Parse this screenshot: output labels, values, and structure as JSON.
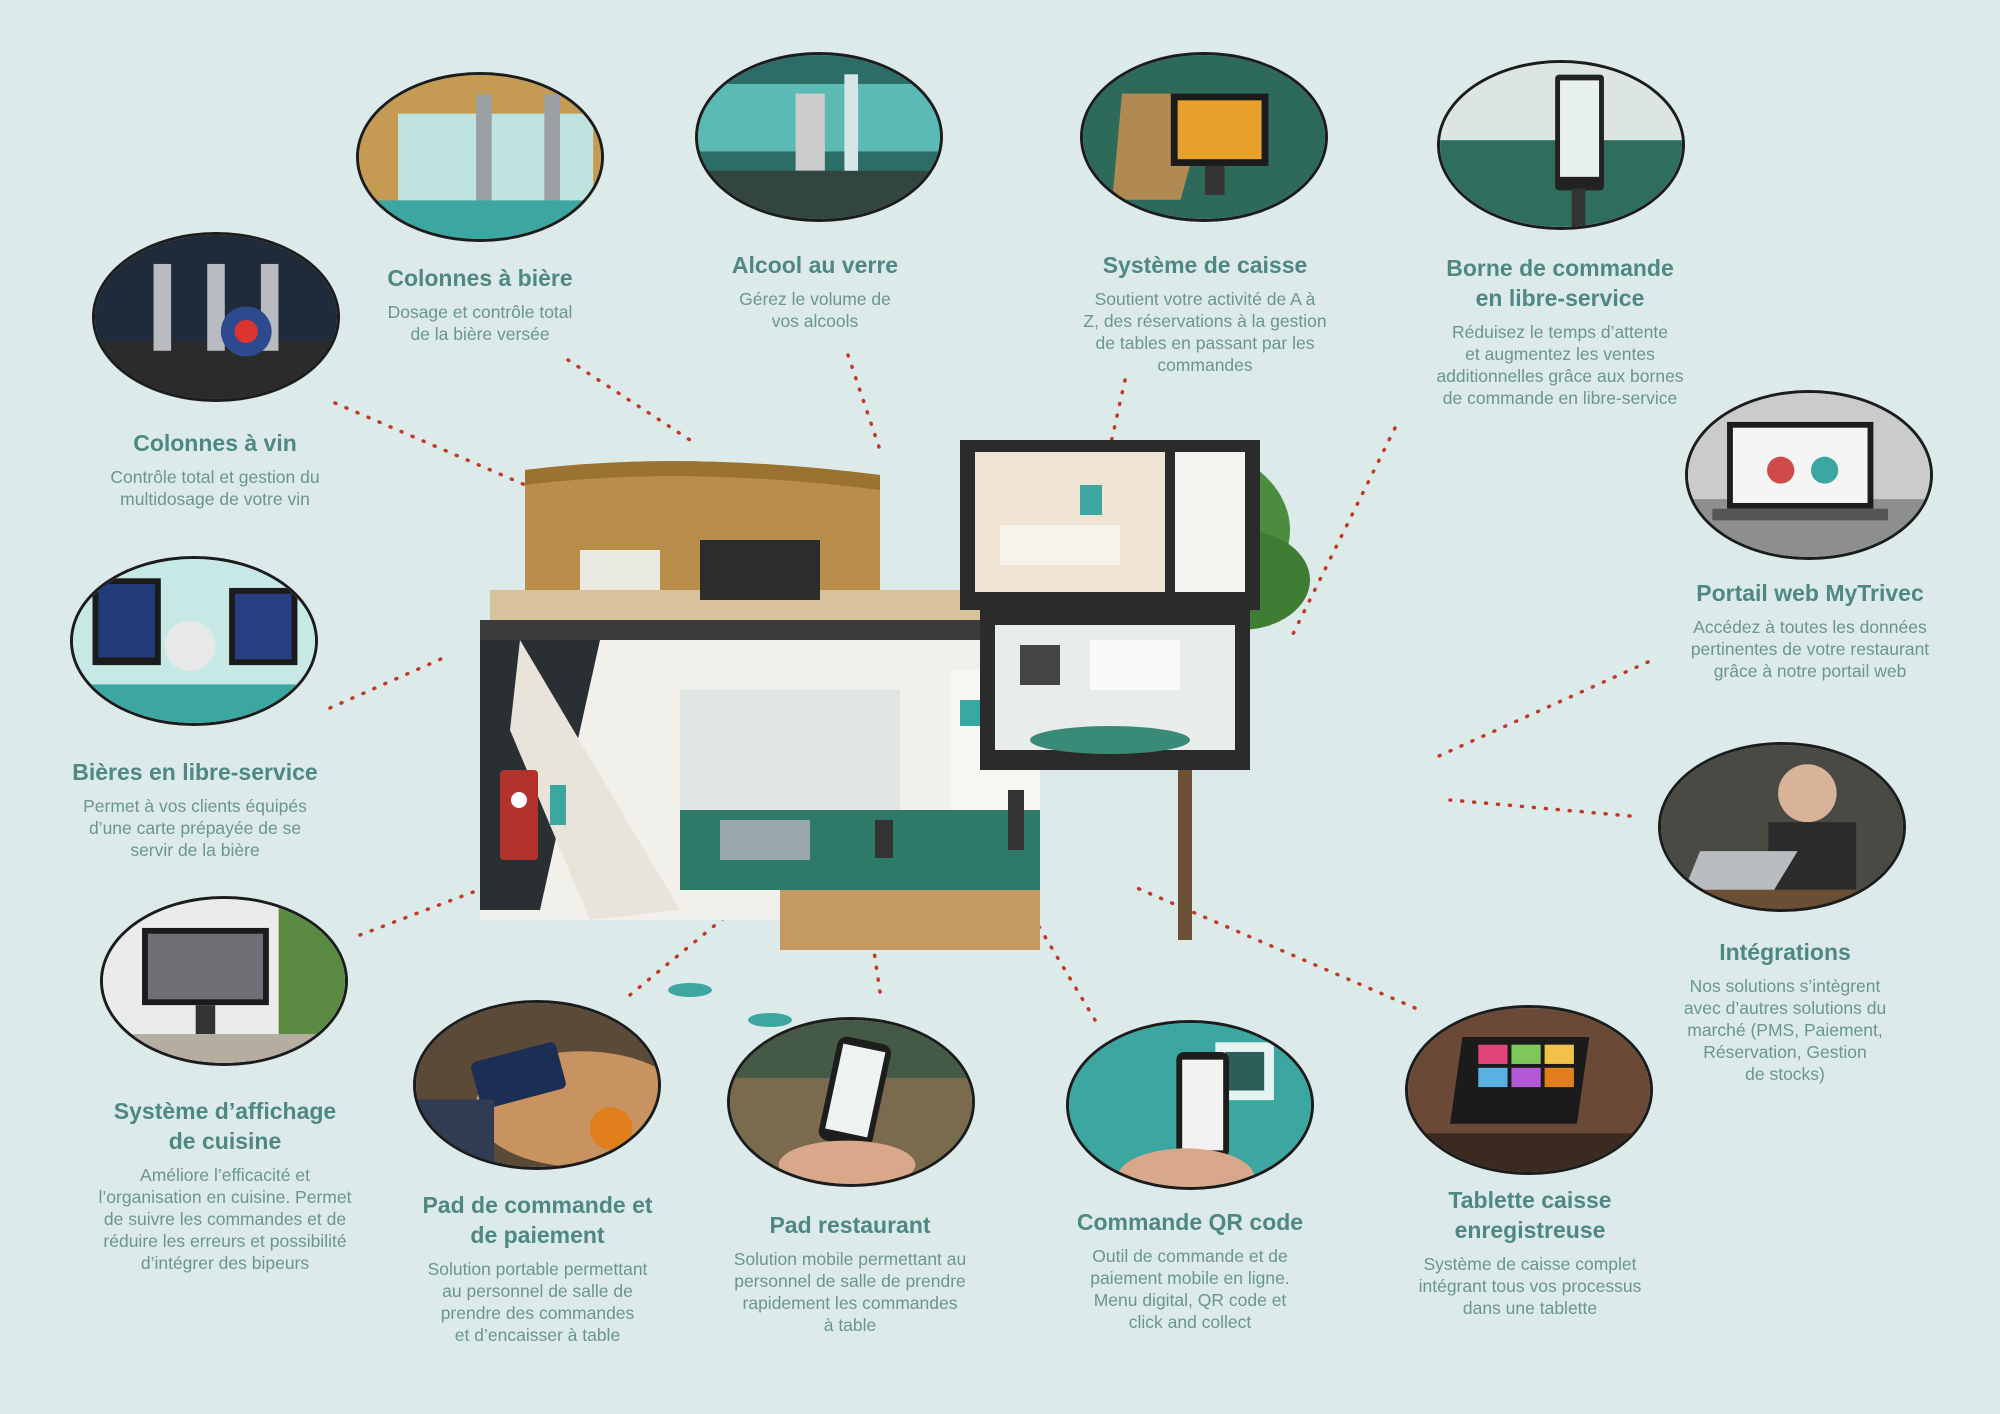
{
  "features": [
    {
      "id": "colonnes-biere",
      "title": "Colonnes à bière",
      "desc": "Dosage et contrôle total\nde la bière versée"
    },
    {
      "id": "alcool-verre",
      "title": "Alcool au verre",
      "desc": "Gérez le volume de\nvos alcools"
    },
    {
      "id": "systeme-caisse",
      "title": "Système de caisse",
      "desc": "Soutient votre activité de A à\nZ, des réservations à la gestion\nde tables en passant par les\ncommandes"
    },
    {
      "id": "borne-commande",
      "title": "Borne de commande\nen libre-service",
      "desc": "Réduisez le temps d’attente\net augmentez les ventes\nadditionnelles grâce aux bornes\nde commande en libre-service"
    },
    {
      "id": "colonnes-vin",
      "title": "Colonnes à vin",
      "desc": "Contrôle total et gestion du\nmultidosage de votre vin"
    },
    {
      "id": "portail-web",
      "title": "Portail web MyTrivec",
      "desc": "Accédez à toutes les données\npertinentes de votre restaurant\ngrâce à notre portail web"
    },
    {
      "id": "bieres-libre",
      "title": "Bières en libre-service",
      "desc": "Permet à vos clients équipés\nd’une carte prépayée de se\nservir de la bière"
    },
    {
      "id": "integrations",
      "title": "Intégrations",
      "desc": "Nos solutions s’intègrent\navec d’autres solutions du\nmarché (PMS, Paiement,\nRéservation, Gestion\nde stocks)"
    },
    {
      "id": "affichage-cuisine",
      "title": "Système d’affichage\nde cuisine",
      "desc": "Améliore l’efficacité et\nl’organisation en cuisine. Permet\nde suivre les commandes et de\nréduire les erreurs et possibilité\nd’intégrer des bipeurs"
    },
    {
      "id": "pad-commande",
      "title": "Pad de commande et\nde paiement",
      "desc": "Solution portable permettant\nau personnel de salle de\nprendre des commandes\net d’encaisser à table"
    },
    {
      "id": "pad-restaurant",
      "title": "Pad restaurant",
      "desc": "Solution mobile permettant au\npersonnel de salle de prendre\nrapidement les commandes\nà table"
    },
    {
      "id": "commande-qr",
      "title": "Commande QR code",
      "desc": "Outil de commande et de\npaiement mobile en ligne.\nMenu digital, QR code et\nclick and collect"
    },
    {
      "id": "tablette-caisse",
      "title": "Tablette caisse\nenregistreuse",
      "desc": "Système de caisse complet\nintégrant tous vos processus\ndans une tablette"
    }
  ],
  "colors": {
    "background": "#dcebea",
    "heading": "#4f8882",
    "text": "#6a9590",
    "connector": "#c0392b"
  }
}
